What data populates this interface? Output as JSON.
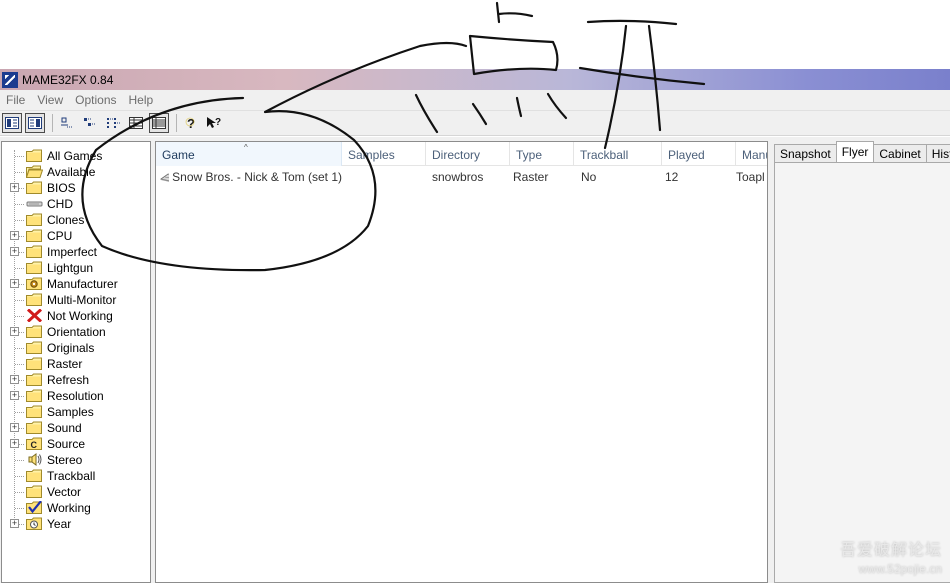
{
  "window": {
    "title": "MAME32FX 0.84"
  },
  "menu": [
    "File",
    "View",
    "Options",
    "Help"
  ],
  "toolbar": {
    "buttons": [
      {
        "name": "folder-view-icon",
        "pressed": true
      },
      {
        "name": "screenshot-view-icon",
        "pressed": true
      },
      {
        "name": "large-icons-icon",
        "pressed": false
      },
      {
        "name": "small-icons-icon",
        "pressed": false
      },
      {
        "name": "list-icon",
        "pressed": false
      },
      {
        "name": "details-icon",
        "pressed": false
      },
      {
        "name": "grouped-icon",
        "pressed": true
      },
      {
        "name": "help-icon",
        "pressed": false
      },
      {
        "name": "context-help-icon",
        "pressed": false
      }
    ]
  },
  "tree": {
    "items": [
      {
        "label": "All Games",
        "icon": "folder",
        "expandable": false
      },
      {
        "label": "Available",
        "icon": "folder-open",
        "expandable": false
      },
      {
        "label": "BIOS",
        "icon": "folder",
        "expandable": true
      },
      {
        "label": "CHD",
        "icon": "disk",
        "expandable": false
      },
      {
        "label": "Clones",
        "icon": "folder",
        "expandable": false
      },
      {
        "label": "CPU",
        "icon": "folder",
        "expandable": true
      },
      {
        "label": "Imperfect",
        "icon": "folder",
        "expandable": true
      },
      {
        "label": "Lightgun",
        "icon": "folder",
        "expandable": false
      },
      {
        "label": "Manufacturer",
        "icon": "manufacturer",
        "expandable": true
      },
      {
        "label": "Multi-Monitor",
        "icon": "folder",
        "expandable": false
      },
      {
        "label": "Not Working",
        "icon": "red-x",
        "expandable": false
      },
      {
        "label": "Orientation",
        "icon": "folder",
        "expandable": true
      },
      {
        "label": "Originals",
        "icon": "folder",
        "expandable": false
      },
      {
        "label": "Raster",
        "icon": "folder",
        "expandable": false
      },
      {
        "label": "Refresh",
        "icon": "folder",
        "expandable": true
      },
      {
        "label": "Resolution",
        "icon": "folder",
        "expandable": true
      },
      {
        "label": "Samples",
        "icon": "folder",
        "expandable": false
      },
      {
        "label": "Sound",
        "icon": "folder",
        "expandable": true
      },
      {
        "label": "Source",
        "icon": "source",
        "expandable": true
      },
      {
        "label": "Stereo",
        "icon": "speaker",
        "expandable": false
      },
      {
        "label": "Trackball",
        "icon": "folder",
        "expandable": false
      },
      {
        "label": "Vector",
        "icon": "folder",
        "expandable": false
      },
      {
        "label": "Working",
        "icon": "check",
        "expandable": false
      },
      {
        "label": "Year",
        "icon": "clock",
        "expandable": true
      }
    ]
  },
  "list": {
    "columns": [
      "Game",
      "Samples",
      "Directory",
      "Type",
      "Trackball",
      "Played",
      "Manu"
    ],
    "sorted_column": "Game",
    "rows": [
      {
        "game": "Snow Bros. - Nick & Tom (set 1)",
        "samples": "",
        "directory": "snowbros",
        "type": "Raster",
        "trackball": "No",
        "played": "12",
        "manufacturer": "Toapl"
      }
    ]
  },
  "panel": {
    "tabs": [
      "Snapshot",
      "Flyer",
      "Cabinet",
      "Histo"
    ],
    "active_tab": "Flyer"
  },
  "handwriting": {
    "text": "点开"
  },
  "watermark": {
    "cn": "吾爱破解论坛",
    "url": "www.52pojie.cn"
  }
}
